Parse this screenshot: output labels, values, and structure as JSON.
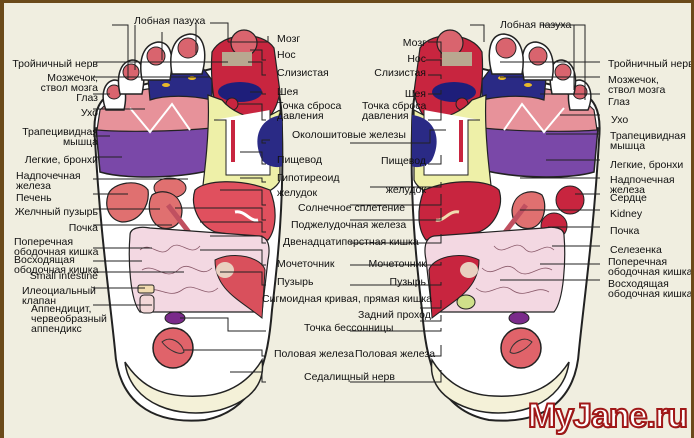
{
  "title": "Reflexology foot map",
  "left_foot": {
    "outer_labels": {
      "frontal_sinus": "Лобная пазуха",
      "trigeminal_nerve": "Тройничный нерв",
      "cerebellum": "Мозжечок,\nствол мозга",
      "eye": "Глаз",
      "ear": "Ухо",
      "trapezius": "Трапецивидная\nмышца",
      "lungs": "Легкие, бронхи",
      "adrenal": "Надпочечная\nжелеза",
      "liver": "Печень",
      "gallbladder": "Желчный пузырь",
      "kidney": "Почка",
      "transverse_colon": "Поперечная\nободочная кишка",
      "ascending_colon": "Восходящая\nободочная кишка",
      "small_intestine": "Small intestine",
      "ileocecal_valve": "Илеоциальный\nклапан",
      "appendix": "Аппендицит,\nчервеобразный\nаппендикс"
    }
  },
  "center_left": {
    "brain": "Мозг",
    "nose": "Нос",
    "mucosa": "Слизистая",
    "neck": "Шея",
    "pressure_point": "Точка сброса\nдавления",
    "parathyroid": "Околошитовые железы",
    "esophagus": "Пищевод",
    "hypothyroid": "Гипотиреоид",
    "stomach": "желудок",
    "solar_plexus": "Солнечное сплетение",
    "pancreas": "Поджелудочная железа",
    "duodenum": "Двенадцатиперстная кишка",
    "ureter": "Мочеточник",
    "bladder": "Пузырь",
    "sigmoid": "Сигмоидная кривая, прямая кишка",
    "anus": "Задний проход",
    "insomnia": "Точка бессонницы",
    "gonad": "Половая железа",
    "sciatic": "Седалищный нерв"
  },
  "center_right": {
    "brain": "Мозг",
    "nose": "Нос",
    "mucosa": "Слизистая",
    "neck": "Шея",
    "pressure_point": "Точка сброса\nдавления",
    "esophagus": "Пищевод",
    "stomach": "желудок",
    "ureter": "Мочеточник",
    "bladder": "Пузырь",
    "gonad": "Половая железа"
  },
  "right_foot": {
    "outer_labels": {
      "frontal_sinus": "Лобная пазуха",
      "trigeminal_nerve": "Тройничный нерв",
      "cerebellum": "Мозжечок,\nствол мозга",
      "eye": "Глаз",
      "ear": "Ухо",
      "trapezius": "Трапецивидная\nмышца",
      "lungs": "Легкие, бронхи",
      "adrenal": "Надпочечная\nжелеза",
      "heart": "Сердце",
      "kidney_en": "Kidney",
      "kidney": "Почка",
      "spleen": "Селезенка",
      "transverse_colon": "Поперечная\nободочная кишка",
      "ascending_colon": "Восходящая\nободочная кишка"
    }
  },
  "watermark": "MyJane.ru",
  "colors": {
    "border": "#6b4a1a",
    "background": "#f0eee0",
    "toe_pink": "#d9646e",
    "navy": "#2a2a85",
    "purple": "#7a48a8",
    "crimson": "#c8253f",
    "yellow_green": "#eef0a8",
    "intestine": "#f3d8e2",
    "watermark_red": "#a01818"
  }
}
